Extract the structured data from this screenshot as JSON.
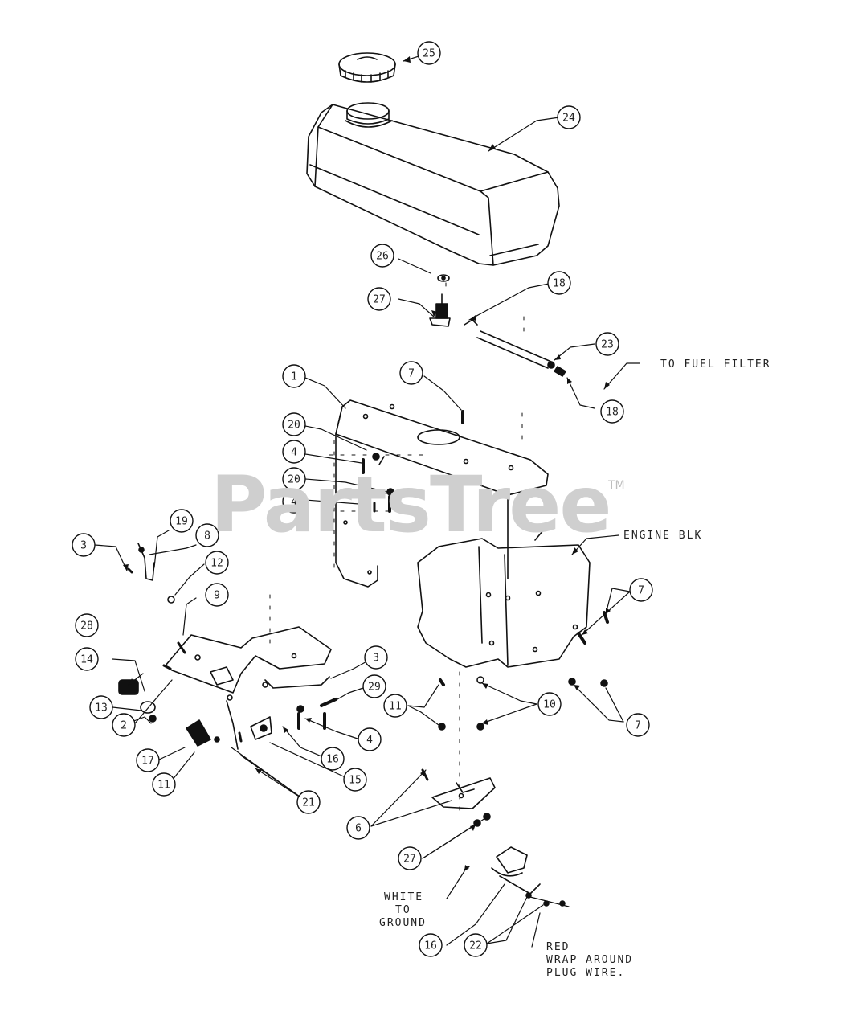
{
  "watermark": {
    "brand": "PartsTree",
    "tm": "TM"
  },
  "notes": {
    "to_fuel_filter": "TO FUEL FILTER",
    "engine_block": "ENGINE BLK",
    "white_to_ground": [
      "WHITE",
      "TO",
      "GROUND"
    ],
    "red_wrap": [
      "RED",
      "WRAP AROUND",
      "PLUG WIRE."
    ]
  },
  "callouts": [
    {
      "id": "cap",
      "label": "25"
    },
    {
      "id": "tank",
      "label": "24"
    },
    {
      "id": "gasket",
      "label": "26"
    },
    {
      "id": "valve",
      "label": "27"
    },
    {
      "id": "clamp-top",
      "label": "18"
    },
    {
      "id": "hose",
      "label": "23"
    },
    {
      "id": "clamp-bottom",
      "label": "18"
    },
    {
      "id": "bracket",
      "label": "1"
    },
    {
      "id": "bolt-top",
      "label": "7"
    },
    {
      "id": "washer-a",
      "label": "20"
    },
    {
      "id": "screw-a",
      "label": "4"
    },
    {
      "id": "washer-b",
      "label": "20"
    },
    {
      "id": "screw-b",
      "label": "4"
    },
    {
      "id": "lever-3",
      "label": "3"
    },
    {
      "id": "part-19",
      "label": "19"
    },
    {
      "id": "part-8",
      "label": "8"
    },
    {
      "id": "part-12",
      "label": "12"
    },
    {
      "id": "part-9",
      "label": "9"
    },
    {
      "id": "part-28",
      "label": "28"
    },
    {
      "id": "part-14",
      "label": "14"
    },
    {
      "id": "part-13",
      "label": "13"
    },
    {
      "id": "part-2",
      "label": "2"
    },
    {
      "id": "part-17",
      "label": "17"
    },
    {
      "id": "part-11a",
      "label": "11"
    },
    {
      "id": "part-21",
      "label": "21"
    },
    {
      "id": "part-16a",
      "label": "16"
    },
    {
      "id": "part-15",
      "label": "15"
    },
    {
      "id": "part-4c",
      "label": "4"
    },
    {
      "id": "part-29",
      "label": "29"
    },
    {
      "id": "part-3b",
      "label": "3"
    },
    {
      "id": "part-11b",
      "label": "11"
    },
    {
      "id": "part-10",
      "label": "10"
    },
    {
      "id": "part-7b",
      "label": "7"
    },
    {
      "id": "part-7c",
      "label": "7"
    },
    {
      "id": "part-6",
      "label": "6"
    },
    {
      "id": "part-27b",
      "label": "27"
    },
    {
      "id": "part-16b",
      "label": "16"
    },
    {
      "id": "part-22",
      "label": "22"
    }
  ]
}
